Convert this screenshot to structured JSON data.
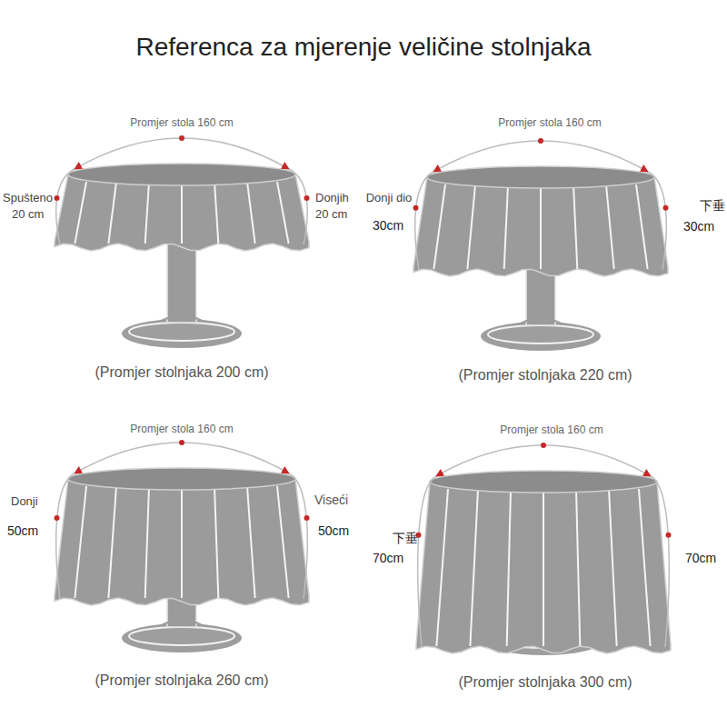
{
  "diagram": {
    "title": "Referenca za mjerenje veličine stolnjaka",
    "labels": [
      "Promjer stola 160 cm",
      "Spušteno",
      "20 cm",
      "Donjih",
      "20 cm",
      "(Promjer stolnjaka 200 cm)",
      "Promjer stola 160 cm",
      "Donji dio",
      "30cm",
      "下垂",
      "30cm",
      "(Promjer stolnjaka 220 cm)",
      "Promjer stola 160 cm",
      "Donji",
      "50cm",
      "Viseći",
      "50cm",
      "(Promjer stolnjaka 260 cm)",
      "Promjer stola 160 cm",
      "下垂",
      "70cm",
      "70cm",
      "(Promjer stolnjaka 300 cm)"
    ]
  }
}
